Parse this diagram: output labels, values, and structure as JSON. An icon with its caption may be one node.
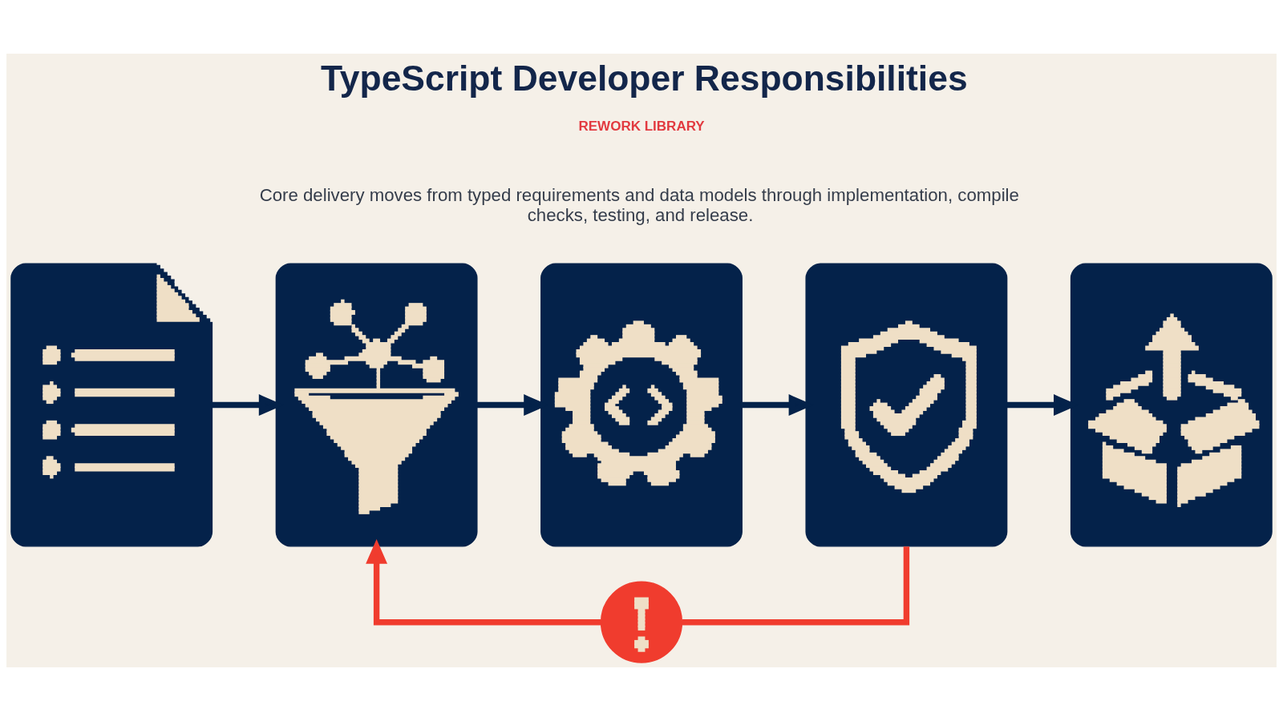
{
  "diagram": {
    "title": "TypeScript Developer Responsibilities",
    "nodes": [
      {
        "text": [],
        "shape": "picture"
      },
      {
        "text": [],
        "shape": "picture"
      },
      {
        "text": [],
        "shape": "picture"
      },
      {
        "text": [],
        "shape": "picture"
      },
      {
        "text": [],
        "shape": "picture"
      },
      {
        "text": [],
        "shape": "circle"
      }
    ],
    "edges": [
      {
        "from": 0,
        "to": 1,
        "arrow": "to"
      },
      {
        "from": 1,
        "to": 2,
        "arrow": "to"
      },
      {
        "from": 2,
        "to": 3,
        "arrow": "to"
      },
      {
        "from": 3,
        "to": 4,
        "arrow": "to"
      },
      {
        "from": 3,
        "to": 5,
        "arrow": "none",
        "color": "#f03c2e"
      },
      {
        "from": 5,
        "to": 1,
        "arrow": "to",
        "color": "#f03c2e"
      }
    ],
    "labels": [
      "REWORK LIBRARY",
      "Core delivery moves from typed requirements and data models through implementation, compile checks, testing, and release."
    ]
  }
}
